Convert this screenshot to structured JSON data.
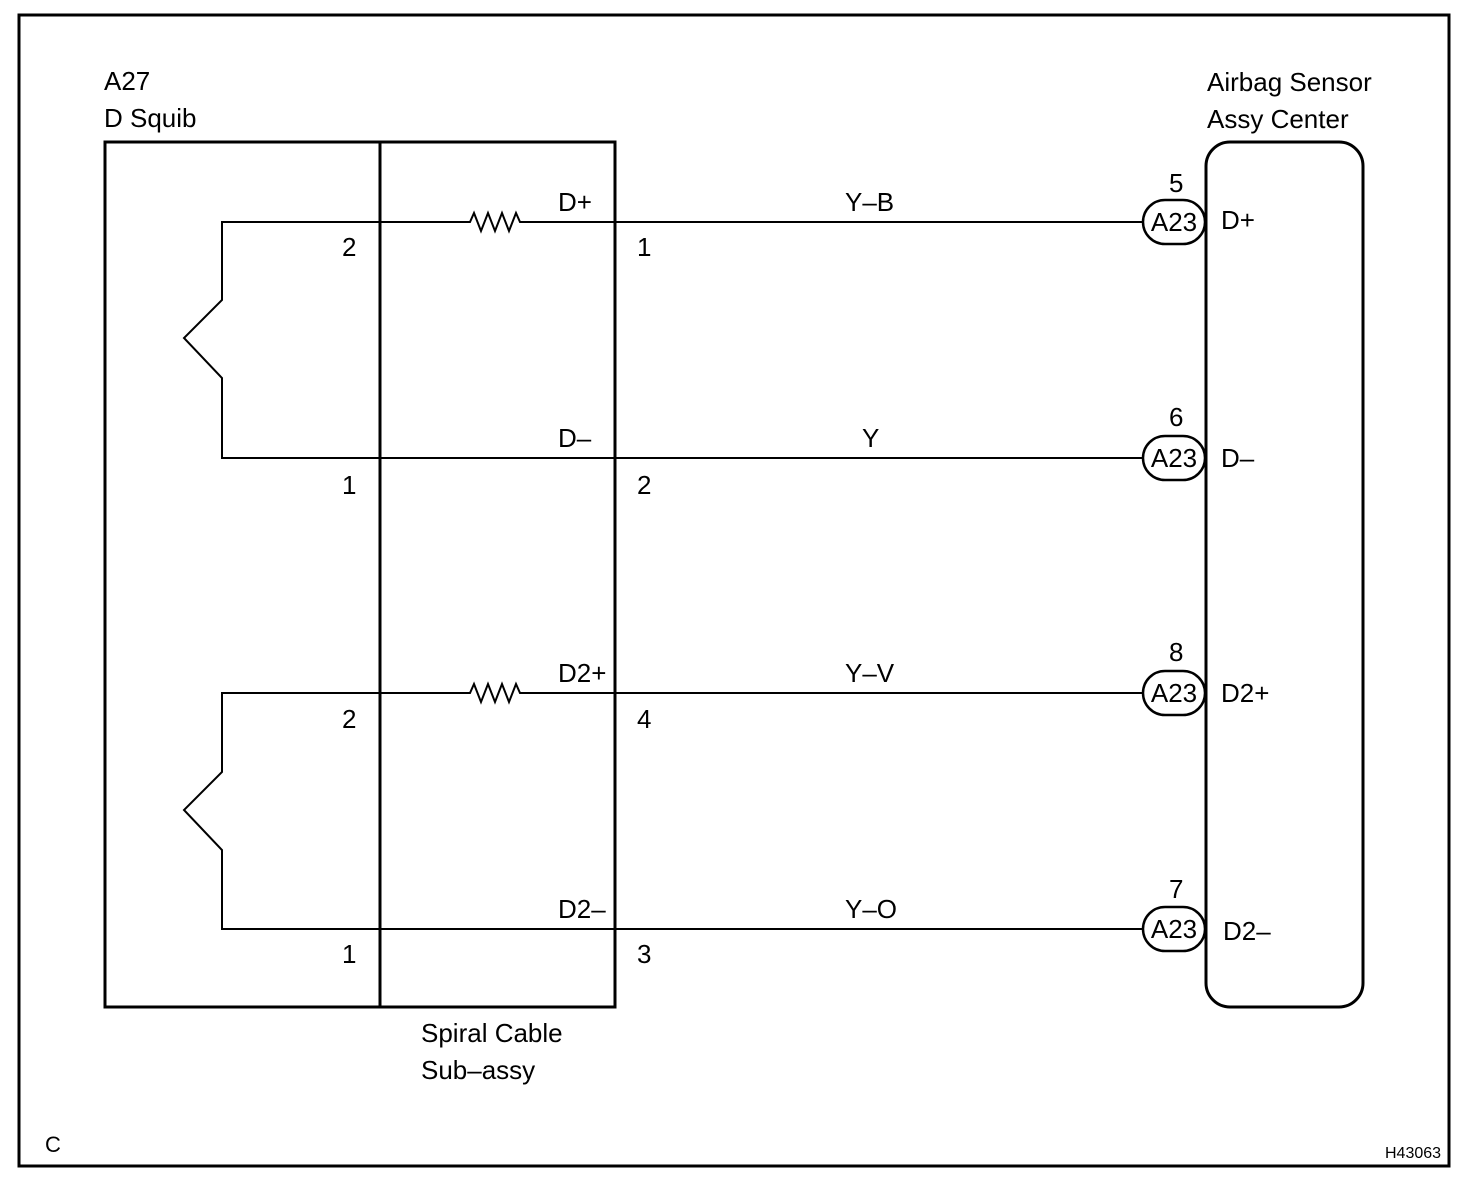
{
  "frame": {
    "corner_letter": "C",
    "figure_id": "H43063"
  },
  "squib": {
    "code": "A27",
    "name": "D Squib",
    "pins": [
      "2",
      "1",
      "2",
      "1"
    ]
  },
  "spiral_cable": {
    "name_line1": "Spiral Cable",
    "name_line2": "Sub–assy",
    "pins": [
      "1",
      "2",
      "4",
      "3"
    ]
  },
  "airbag_sensor": {
    "name_line1": "Airbag Sensor",
    "name_line2": "Assy Center"
  },
  "circuits": [
    {
      "signal": "D+",
      "wire_color": "Y–B",
      "connector": "A23",
      "connector_pin": "5",
      "terminal": "D+"
    },
    {
      "signal": "D–",
      "wire_color": "Y",
      "connector": "A23",
      "connector_pin": "6",
      "terminal": "D–"
    },
    {
      "signal": "D2+",
      "wire_color": "Y–V",
      "connector": "A23",
      "connector_pin": "8",
      "terminal": "D2+"
    },
    {
      "signal": "D2–",
      "wire_color": "Y–O",
      "connector": "A23",
      "connector_pin": "7",
      "terminal": "D2–"
    }
  ]
}
